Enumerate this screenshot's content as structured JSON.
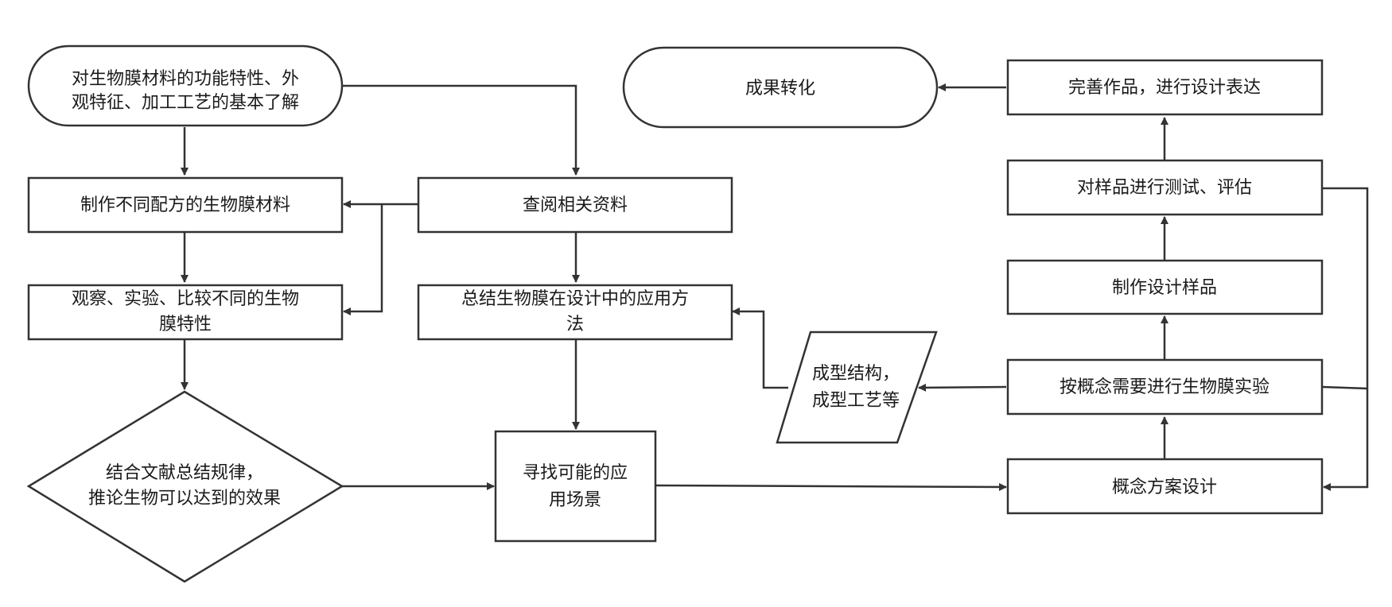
{
  "nodes": {
    "basic_understanding": {
      "line1": "对生物膜材料的功能特性、外",
      "line2": "观特征、加工工艺的基本了解"
    },
    "make_materials": {
      "line1": "制作不同配方的生物膜材料"
    },
    "observe_experiment": {
      "line1": "观察、实验、比较不同的生物",
      "line2": "膜特性"
    },
    "summarize_rules": {
      "line1": "结合文献总结规律，",
      "line2": "推论生物可以达到的效果"
    },
    "consult_materials": {
      "line1": "查阅相关资料"
    },
    "summarize_methods": {
      "line1": "总结生物膜在设计中的应用方",
      "line2": "法"
    },
    "find_scenarios": {
      "line1": "寻找可能的应",
      "line2": "用场景"
    },
    "forming_structure": {
      "line1": "成型结构，",
      "line2": "成型工艺等"
    },
    "achievement_transform": {
      "line1": "成果转化"
    },
    "refine_works": {
      "line1": "完善作品，进行设计表达"
    },
    "test_evaluate": {
      "line1": "对样品进行测试、评估"
    },
    "make_samples": {
      "line1": "制作设计样品"
    },
    "concept_experiment": {
      "line1": "按概念需要进行生物膜实验"
    },
    "concept_design": {
      "line1": "概念方案设计"
    }
  },
  "colors": {
    "stroke": "#333333",
    "fill": "#ffffff",
    "text": "#1a1a1a"
  }
}
